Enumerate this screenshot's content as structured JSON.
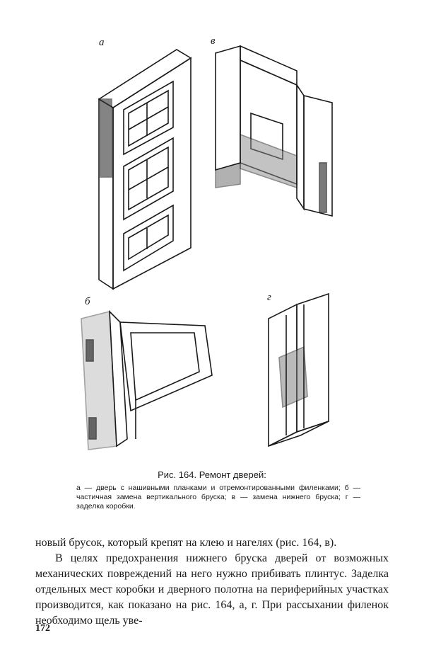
{
  "figure": {
    "labels": {
      "a": "а",
      "b": "б",
      "v": "в",
      "g": "г"
    }
  },
  "caption": {
    "title": "Рис. 164. Ремонт дверей:",
    "text": "а — дверь с нашивными планками и отремонтированными филенками; б — частичная замена вертикального бруска; в — замена нижнего бруска; г — заделка коробки."
  },
  "body": {
    "line1": "новый брусок, который крепят на клею и нагелях (рис. 164, в).",
    "para2": "В целях предохранения нижнего бруска дверей от возможных механических повреждений на него нужно прибивать плинтус. Заделка отдельных мест коробки и дверного полотна на периферийных участках производится, как показано на рис. 164, а, г. При рассыхании филенок необходимо щель уве-"
  },
  "page_number": "172"
}
